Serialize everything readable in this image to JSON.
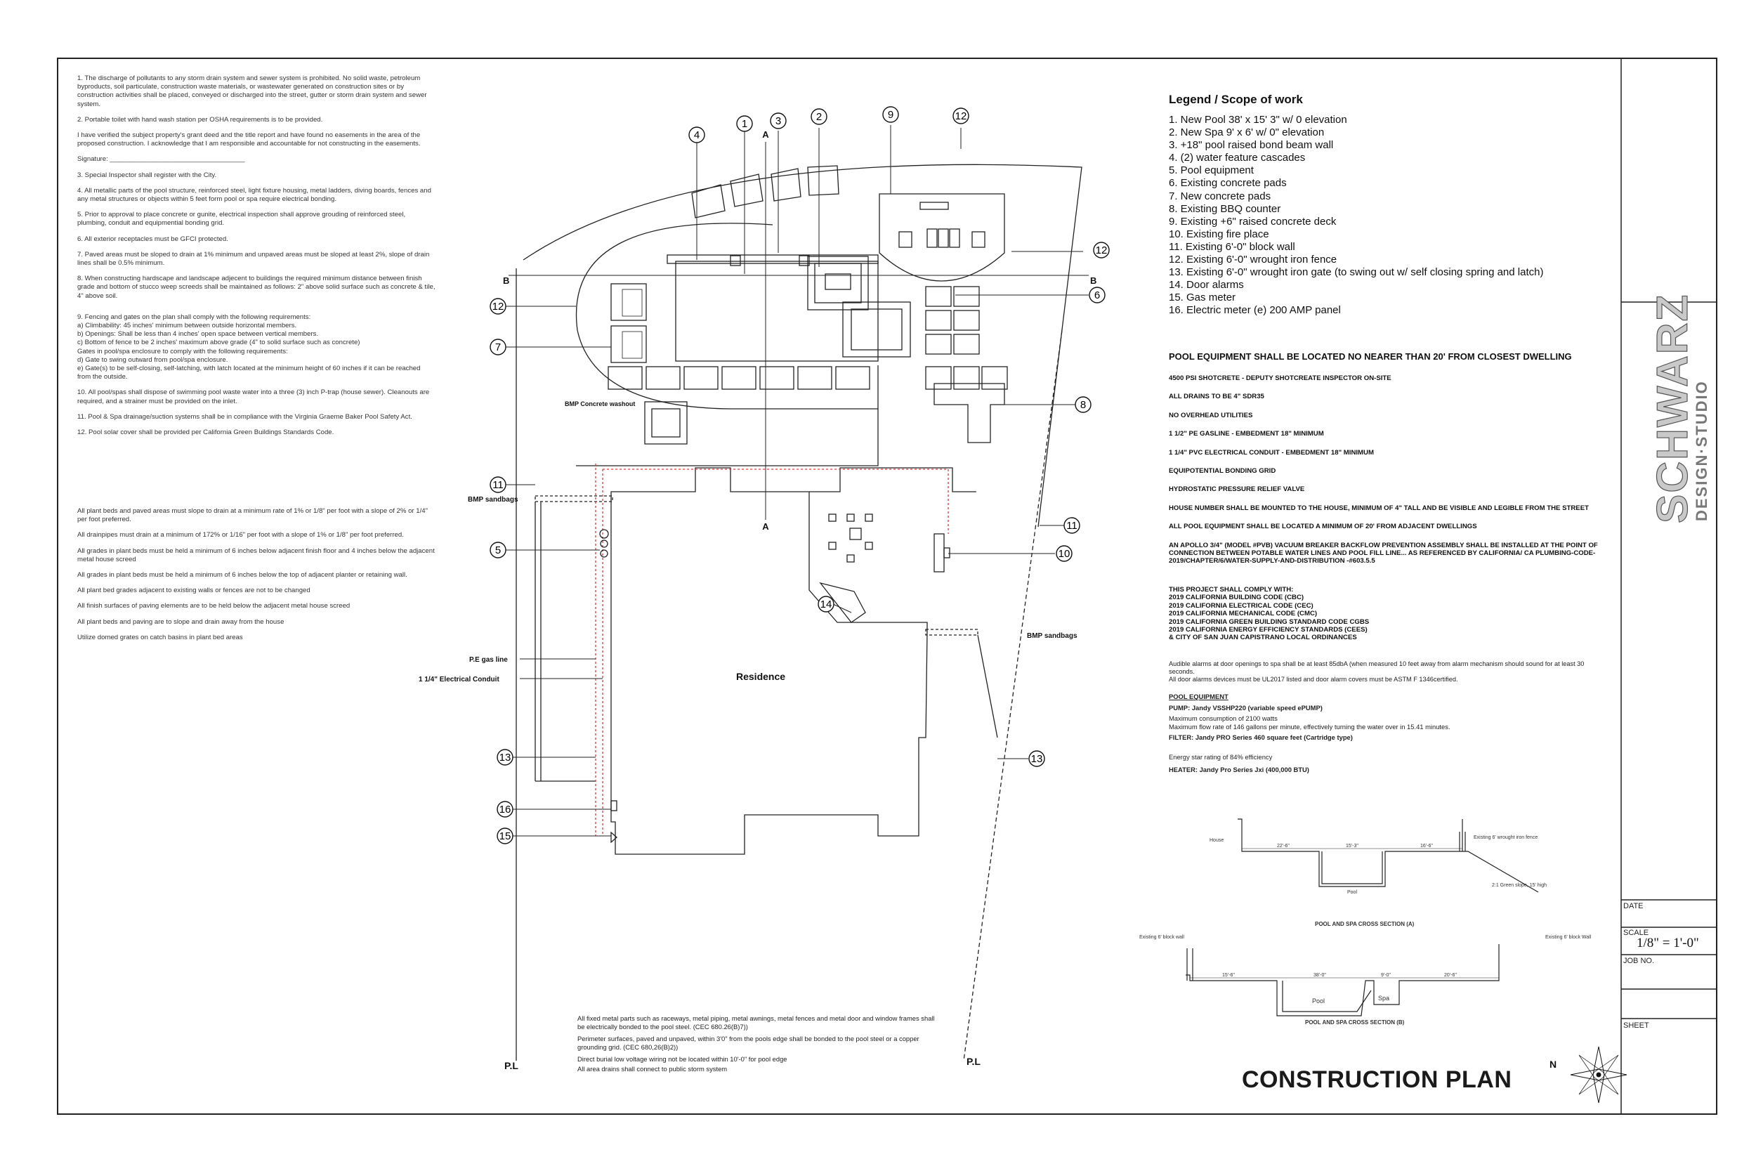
{
  "general_notes": [
    "1. The discharge of pollutants to any storm drain system and sewer system is prohibited. No solid waste, petroleum byproducts, soil particulate, construction waste materials, or wastewater generated on construction sites or by construction activities shall be placed, conveyed or discharged into the street, gutter or storm drain system and sewer system.",
    "2. Portable toilet with hand wash station per OSHA requirements is to be provided.",
    "I have verified the subject property's grant deed and the title report and have found no easements in the area of the proposed construction. I acknowledge that I am responsible and accountable for not constructing in the easements.",
    "Signature: ____________________________________",
    "3. Special Inspector shall register with the City.",
    "4. All metallic parts of the pool structure, reinforced steel, light fixture housing, metal ladders, diving boards, fences and any metal structures or objects within 5 feet form pool or spa require electrical bonding.",
    "5. Prior to approval to place concrete or gunite, electrical inspection shall approve grouding of reinforced steel, plumbing, conduit and equipmential bonding grid.",
    "6. All exterior receptacles must be GFCI protected.",
    "7. Paved areas must be sloped to drain at 1% minimum and unpaved areas must be sloped at least 2%, slope of drain lines shall be 0.5% minimum.",
    "8. When constructing hardscape and landscape adjecent to buildings the required minimum distance between finish grade and bottom of stucco weep screeds shall be maintained as follows: 2\" above solid surface such as concrete & tile, 4\" above soil.",
    "9. Fencing and gates on the plan shall comply with the following requirements:\n    a) Climbability: 45 inches' minimum between outside horizontal members.\n    b) Openings: Shall be less than 4 inches' open space between vertical members.\n    c) Bottom of fence to be 2 inches' maximum above grade (4\" to solid surface such as concrete)\n    Gates in pool/spa enclosure to comply with the following requirements:\n    d) Gate to swing outward from pool/spa enclosure.\n    e) Gate(s) to be self-closing, self-latching, with latch located at the minimum height of 60 inches if it can be reached from the outside.",
    "10. All pool/spas shall dispose of swimming pool waste water into a three (3) inch P-trap (house sewer). Cleanouts are required, and a strainer must be provided on the inlet.",
    "11. Pool & Spa drainage/suction systems shall be in compliance with the Virginia Graeme Baker Pool Safety Act.",
    "12. Pool solar cover shall be provided per California Green Buildings Standards Code."
  ],
  "grading_notes": [
    "All plant beds and paved areas must slope to drain at a minimum rate of 1% or 1/8\" per foot with a slope of 2% or 1/4\" per foot preferred.",
    "All drainpipes must drain at a minimum of 172% or 1/16\" per foot with a slope of 1% or 1/8\" per foot preferred.",
    "All grades in plant beds must be held a minimum of 6 inches below adjacent finish floor and 4 inches below the adjacent metal house screed",
    "All grades in plant beds must be held a minimum of 6 inches below the top of adjacent planter or retaining wall.",
    "All plant bed grades adjacent to existing walls or fences are not to be changed",
    "All finish surfaces of paving elements are to be held below the adjacent metal house screed",
    "All plant beds and paving are to slope and drain away from the house",
    "Utilize domed grates on catch basins in plant bed areas"
  ],
  "legend": {
    "title": "Legend / Scope of work",
    "items": [
      "1.   New Pool 38' x 15' 3\" w/ 0 elevation",
      "2.   New Spa 9' x 6' w/ 0\" elevation",
      "3.   +18\" pool raised bond beam wall",
      "4.   (2) water feature cascades",
      "5.   Pool equipment",
      "6.   Existing concrete pads",
      "7.   New concrete pads",
      "8.   Existing BBQ counter",
      "9.   Existing +6\" raised concrete deck",
      "10. Existing fire place",
      "11. Existing 6'-0\" block wall",
      "12. Existing 6'-0\" wrought iron fence",
      "13. Existing 6'-0\" wrought iron gate (to swing out w/ self closing spring and latch)",
      "14. Door alarms",
      "15. Gas meter",
      "16. Electric meter (e) 200 AMP panel"
    ]
  },
  "requirements_title": "POOL EQUIPMENT SHALL BE LOCATED NO NEARER THAN 20' FROM CLOSEST DWELLING",
  "requirements": [
    "4500 PSI SHOTCRETE - DEPUTY SHOTCREATE INSPECTOR ON-SITE",
    "ALL DRAINS TO BE 4\" SDR35",
    "NO OVERHEAD UTILITIES",
    "1 1/2\" PE GASLINE - EMBEDMENT 18\" MINIMUM",
    "1 1/4\" PVC ELECTRICAL CONDUIT - EMBEDMENT 18\" MINIMUM",
    "EQUIPOTENTIAL BONDING GRID",
    "HYDROSTATIC PRESSURE RELIEF VALVE",
    "HOUSE NUMBER SHALL BE MOUNTED TO THE HOUSE, MINIMUM OF 4\" TALL AND BE VISIBLE AND LEGIBLE FROM THE STREET",
    "ALL POOL EQUIPMENT SHALL BE LOCATED A MINIMUM OF 20' FROM ADJACENT DWELLINGS",
    "AN APOLLO 3/4\" (MODEL #PVB) VACUUM BREAKER BACKFLOW PREVENTION ASSEMBLY SHALL BE INSTALLED AT THE POINT OF CONNECTION BETWEEN POTABLE WATER LINES AND POOL FILL LINE... AS REFERENCED BY CALIFORNIA/ CA PLUMBING-CODE-2019/CHAPTER/6/WATER-SUPPLY-AND-DISTRIBUTION -#603.5.5"
  ],
  "compliance": [
    "THIS PROJECT SHALL COMPLY WITH:",
    "2019 CALIFORNIA BUILDING CODE (CBC)",
    "2019 CALIFORNIA ELECTRICAL CODE  (CEC)",
    "2019 CALIFORNIA MECHANICAL CODE (CMC)",
    "2019 CALIFORNIA GREEN BUILDING STANDARD CODE CGBS",
    "2019 CALIFORNIA ENERGY EFFICIENCY STANDARDS (CEES)",
    "& CITY OF SAN JUAN CAPISTRANO LOCAL ORDINANCES"
  ],
  "alarm_notes": [
    "Audible alarms at door openings to spa shall be at least 85dbA (when measured 10 feet away from alarm mechanism should sound for at least 30 seconds.",
    "All door alarms devices must be UL2017 listed and door alarm covers must be ASTM F 1346certified."
  ],
  "pool_equipment": {
    "heading": "POOL EQUIPMENT",
    "pump": "PUMP: Jandy VSSHP220 (variable speed ePUMP)",
    "pump_lines": [
      "Maximum consumption of 2100 watts",
      "Maximum flow rate of 146 gallons per minute, effectively turning the water over in 15.41 minutes."
    ],
    "filter": "FILTER: Jandy PRO Series 460 square feet (Cartridge type)",
    "energy": "Energy star rating of 84% efficiency",
    "heater": "HEATER: Jandy Pro Series Jxi (400,000 BTU)"
  },
  "sections": {
    "a_title": "POOL AND SPA CROSS SECTION (A)",
    "b_title": "POOL AND SPA CROSS SECTION (B)",
    "a_house": "House",
    "a_pool": "Pool",
    "a_fence": "Existing 6' wrought iron fence",
    "a_slope": "2:1 Green slope, 15' high",
    "a_dims": [
      "22'-6\"",
      "15'-3\"",
      "16'-6\""
    ],
    "b_left_wall": "Existing 6' block wall",
    "b_right_wall": "Existing 6' block Wall",
    "b_pool": "Pool",
    "b_spa": "Spa",
    "b_dims": [
      "15'-6\"",
      "38'-0\"",
      "9'-0\"",
      "20'-6\""
    ]
  },
  "bottom_notes": [
    "All fixed metal parts such as raceways, metal piping, metal awnings, metal fences and metal door and window frames shall be electrically bonded to the pool steel. (CEC 680.26(B)7))",
    "Perimeter surfaces, paved and unpaved, within 3'0\" from the pools edge shall be bonded to the pool steel or a copper grounding grid. (CEC 680,26(B)2))",
    "Direct burial low voltage wiring not be located within 10'-0\" for pool edge",
    "All area drains shall connect to public storm system"
  ],
  "plan_labels": {
    "section_a": "A",
    "section_b": "B",
    "bmp_washout": "BMP Concrete washout",
    "bmp_sandbags": "BMP sandbags",
    "residence": "Residence",
    "gas_line": "P.E gas line",
    "conduit": "1 1/4\" Electrical Conduit",
    "pl": "P.L"
  },
  "callouts": [
    "1",
    "2",
    "3",
    "4",
    "5",
    "6",
    "7",
    "8",
    "9",
    "10",
    "11",
    "12",
    "13",
    "14",
    "15",
    "16"
  ],
  "title": "CONSTRUCTION PLAN",
  "north": "N",
  "title_block": {
    "logo_main": "SCHWARZ",
    "logo_sub": "DESIGN·STUDIO",
    "date_label": "DATE",
    "scale_label": "SCALE",
    "scale_value": "1/8\" = 1'-0\"",
    "job_label": "JOB NO.",
    "sheet_label": "SHEET"
  },
  "colors": {
    "line": "#222222",
    "dashed": "#d04040",
    "callout": "#111111"
  }
}
